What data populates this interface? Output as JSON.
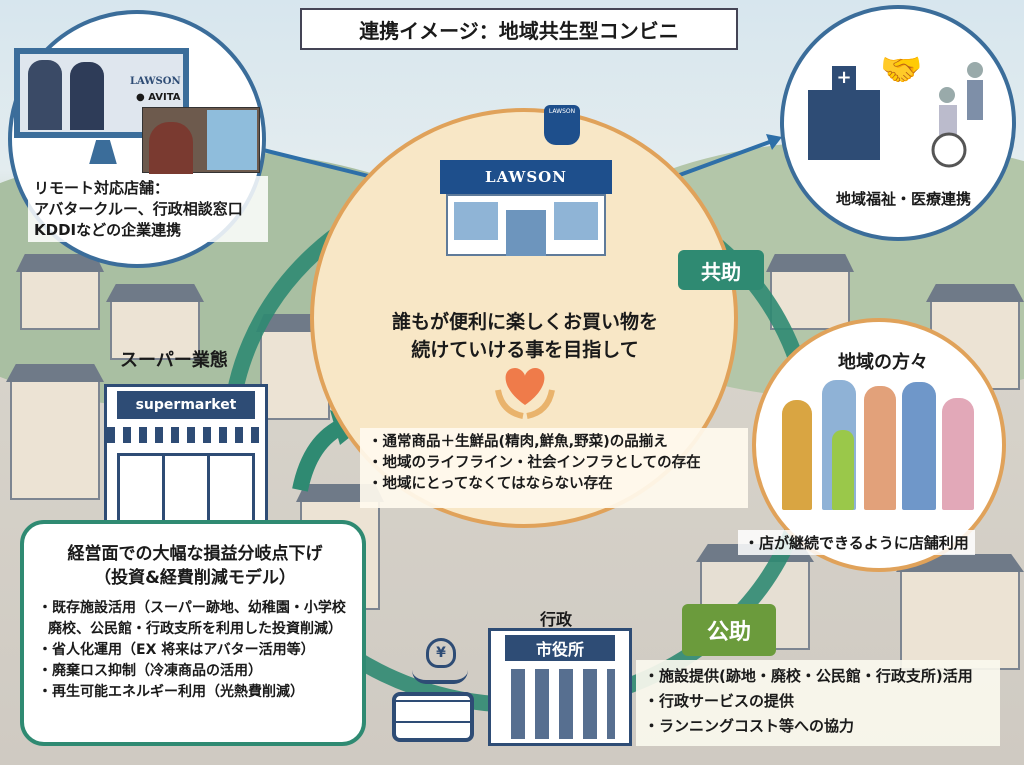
{
  "title": "連携イメージ：地域共生型コンビニ",
  "remote_store": {
    "brand": "LAWSON",
    "partner": "AVITA",
    "lines": [
      "リモート対応店舗：",
      "アバタークルー、行政相談窓口",
      "KDDIなどの企業連携"
    ]
  },
  "welfare": {
    "label": "地域福祉・医療連携"
  },
  "store": {
    "sign": "LAWSON",
    "top_sign": "LAWSON"
  },
  "center": {
    "headline": [
      "誰もが便利に楽しくお買い物を",
      "続けていける事を目指して"
    ],
    "bullets": [
      "・通常商品＋生鮮品(精肉,鮮魚,野菜)の品揃え",
      "・地域のライフライン・社会インフラとしての存在",
      "・地域にとってなくてはならない存在"
    ]
  },
  "kyojo": {
    "label": "共助"
  },
  "kojo": {
    "label": "公助",
    "bullets": [
      "・施設提供(跡地・廃校・公民館・行政支所)活用",
      "・行政サービスの提供",
      "・ランニングコスト等への協力"
    ]
  },
  "residents": {
    "title": "地域の方々",
    "note": "・店が継続できるように店舗利用"
  },
  "supermarket": {
    "label": "スーパー業態",
    "sign": "supermarket"
  },
  "management": {
    "title": [
      "経営面での大幅な損益分岐点下げ",
      "（投資&経費削減モデル）"
    ],
    "bullets": [
      "・既存施設活用（スーパー跡地、幼稚園・小学校",
      "廃校、公民館・行政支所を利用した投資削減）",
      "・省人化運用（EX 将来はアバター活用等）",
      "・廃棄ロス抑制（冷凍商品の活用）",
      "・再生可能エネルギー利用（光熱費削減）"
    ]
  },
  "government": {
    "label": "行政",
    "sign": "市役所",
    "money_symbol": "¥"
  },
  "colors": {
    "teal": "#2f8a72",
    "green": "#6b9b3c",
    "orange": "#e0a25a",
    "navy": "#1e4f8c"
  }
}
